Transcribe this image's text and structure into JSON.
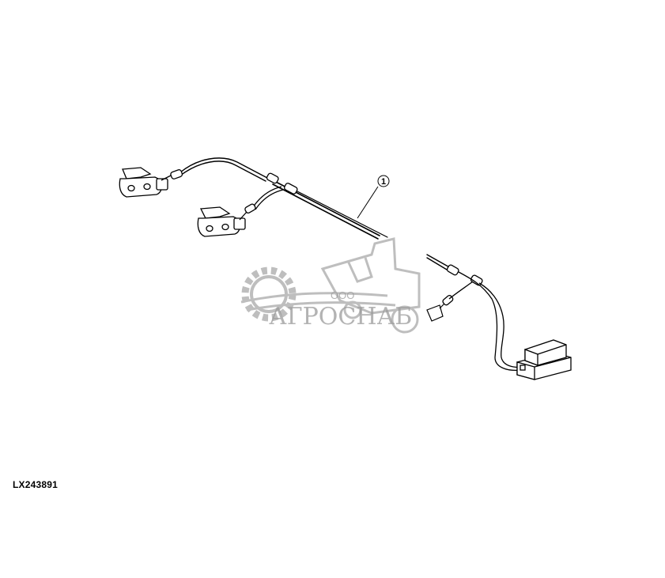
{
  "figure": {
    "id_label": "LX243891",
    "callouts": [
      {
        "label": "1"
      }
    ]
  },
  "watermark": {
    "prefix": "ООО",
    "brand": "АГРОСНАБ",
    "color": "#9a9a9a"
  },
  "colors": {
    "line": "#000000",
    "background": "#ffffff"
  }
}
